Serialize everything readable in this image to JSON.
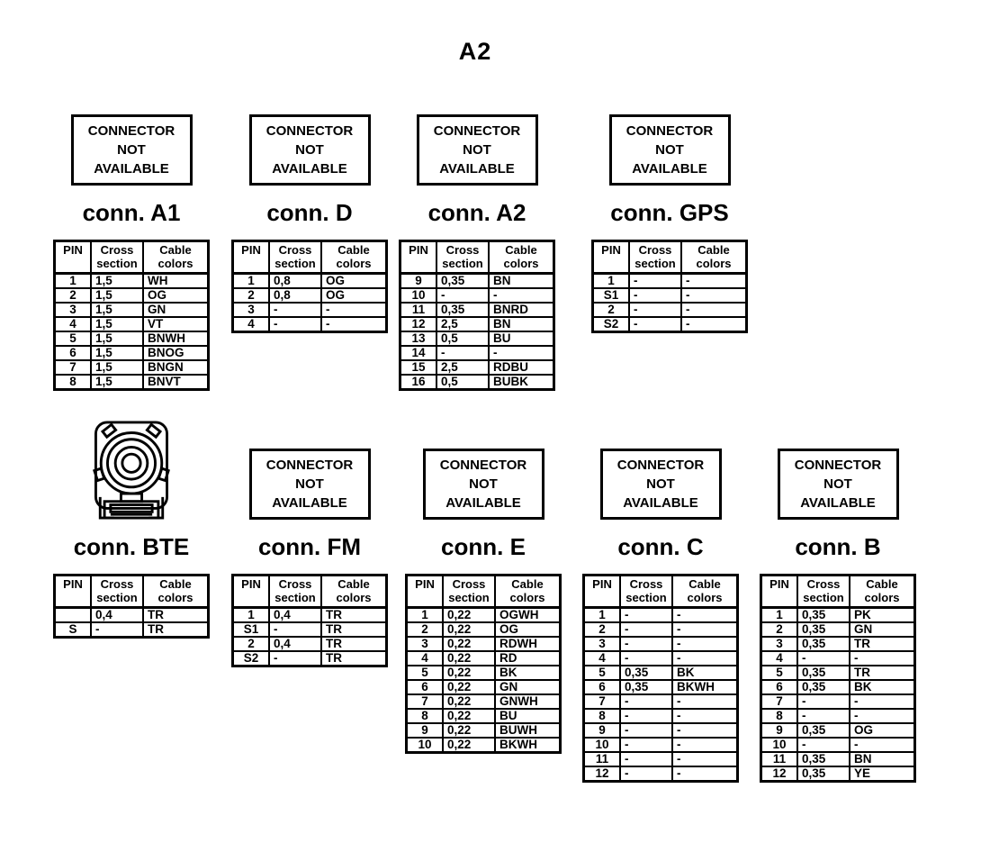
{
  "page_title": "A2",
  "connector_not_available": [
    "CONNECTOR",
    "NOT",
    "AVAILABLE"
  ],
  "table_header": {
    "pin": "PIN",
    "cross_line1": "Cross",
    "cross_line2": "section",
    "cable_line1": "Cable",
    "cable_line2": "colors"
  },
  "connectors": [
    {
      "id": "A1",
      "title": "conn. A1",
      "figure": "not-available",
      "rows": [
        [
          "1",
          "1,5",
          "WH"
        ],
        [
          "2",
          "1,5",
          "OG"
        ],
        [
          "3",
          "1,5",
          "GN"
        ],
        [
          "4",
          "1,5",
          "VT"
        ],
        [
          "5",
          "1,5",
          "BNWH"
        ],
        [
          "6",
          "1,5",
          "BNOG"
        ],
        [
          "7",
          "1,5",
          "BNGN"
        ],
        [
          "8",
          "1,5",
          "BNVT"
        ]
      ]
    },
    {
      "id": "D",
      "title": "conn. D",
      "figure": "not-available",
      "rows": [
        [
          "1",
          "0,8",
          "OG"
        ],
        [
          "2",
          "0,8",
          "OG"
        ],
        [
          "3",
          "-",
          "-"
        ],
        [
          "4",
          "-",
          "-"
        ]
      ]
    },
    {
      "id": "A2",
      "title": "conn. A2",
      "figure": "not-available",
      "rows": [
        [
          "9",
          "0,35",
          "BN"
        ],
        [
          "10",
          "-",
          "-"
        ],
        [
          "11",
          "0,35",
          "BNRD"
        ],
        [
          "12",
          "2,5",
          "BN"
        ],
        [
          "13",
          "0,5",
          "BU"
        ],
        [
          "14",
          "-",
          "-"
        ],
        [
          "15",
          "2,5",
          "RDBU"
        ],
        [
          "16",
          "0,5",
          "BUBK"
        ]
      ]
    },
    {
      "id": "GPS",
      "title": "conn. GPS",
      "figure": "not-available",
      "rows": [
        [
          "1",
          "-",
          "-"
        ],
        [
          "S1",
          "-",
          "-"
        ],
        [
          "2",
          "-",
          "-"
        ],
        [
          "S2",
          "-",
          "-"
        ]
      ]
    },
    {
      "id": "BTE",
      "title": "conn. BTE",
      "figure": "bte-connector-drawing",
      "rows": [
        [
          "",
          "0,4",
          "TR"
        ],
        [
          "S",
          "-",
          "TR"
        ]
      ]
    },
    {
      "id": "FM",
      "title": "conn. FM",
      "figure": "not-available",
      "rows": [
        [
          "1",
          "0,4",
          "TR"
        ],
        [
          "S1",
          "-",
          "TR"
        ],
        [
          "2",
          "0,4",
          "TR"
        ],
        [
          "S2",
          "-",
          "TR"
        ]
      ]
    },
    {
      "id": "E",
      "title": "conn. E",
      "figure": "not-available",
      "rows": [
        [
          "1",
          "0,22",
          "OGWH"
        ],
        [
          "2",
          "0,22",
          "OG"
        ],
        [
          "3",
          "0,22",
          "RDWH"
        ],
        [
          "4",
          "0,22",
          "RD"
        ],
        [
          "5",
          "0,22",
          "BK"
        ],
        [
          "6",
          "0,22",
          "GN"
        ],
        [
          "7",
          "0,22",
          "GNWH"
        ],
        [
          "8",
          "0,22",
          "BU"
        ],
        [
          "9",
          "0,22",
          "BUWH"
        ],
        [
          "10",
          "0,22",
          "BKWH"
        ]
      ]
    },
    {
      "id": "C",
      "title": "conn. C",
      "figure": "not-available",
      "rows": [
        [
          "1",
          "-",
          "-"
        ],
        [
          "2",
          "-",
          "-"
        ],
        [
          "3",
          "-",
          "-"
        ],
        [
          "4",
          "-",
          "-"
        ],
        [
          "5",
          "0,35",
          "BK"
        ],
        [
          "6",
          "0,35",
          "BKWH"
        ],
        [
          "7",
          "-",
          "-"
        ],
        [
          "8",
          "-",
          "-"
        ],
        [
          "9",
          "-",
          "-"
        ],
        [
          "10",
          "-",
          "-"
        ],
        [
          "11",
          "-",
          "-"
        ],
        [
          "12",
          "-",
          "-"
        ]
      ]
    },
    {
      "id": "B",
      "title": "conn. B",
      "figure": "not-available",
      "rows": [
        [
          "1",
          "0,35",
          "PK"
        ],
        [
          "2",
          "0,35",
          "GN"
        ],
        [
          "3",
          "0,35",
          "TR"
        ],
        [
          "4",
          "-",
          "-"
        ],
        [
          "5",
          "0,35",
          "TR"
        ],
        [
          "6",
          "0,35",
          "BK"
        ],
        [
          "7",
          "-",
          "-"
        ],
        [
          "8",
          "-",
          "-"
        ],
        [
          "9",
          "0,35",
          "OG"
        ],
        [
          "10",
          "-",
          "-"
        ],
        [
          "11",
          "0,35",
          "BN"
        ],
        [
          "12",
          "0,35",
          "YE"
        ]
      ]
    }
  ],
  "colors": {
    "ink": "#000000",
    "background": "#ffffff"
  }
}
